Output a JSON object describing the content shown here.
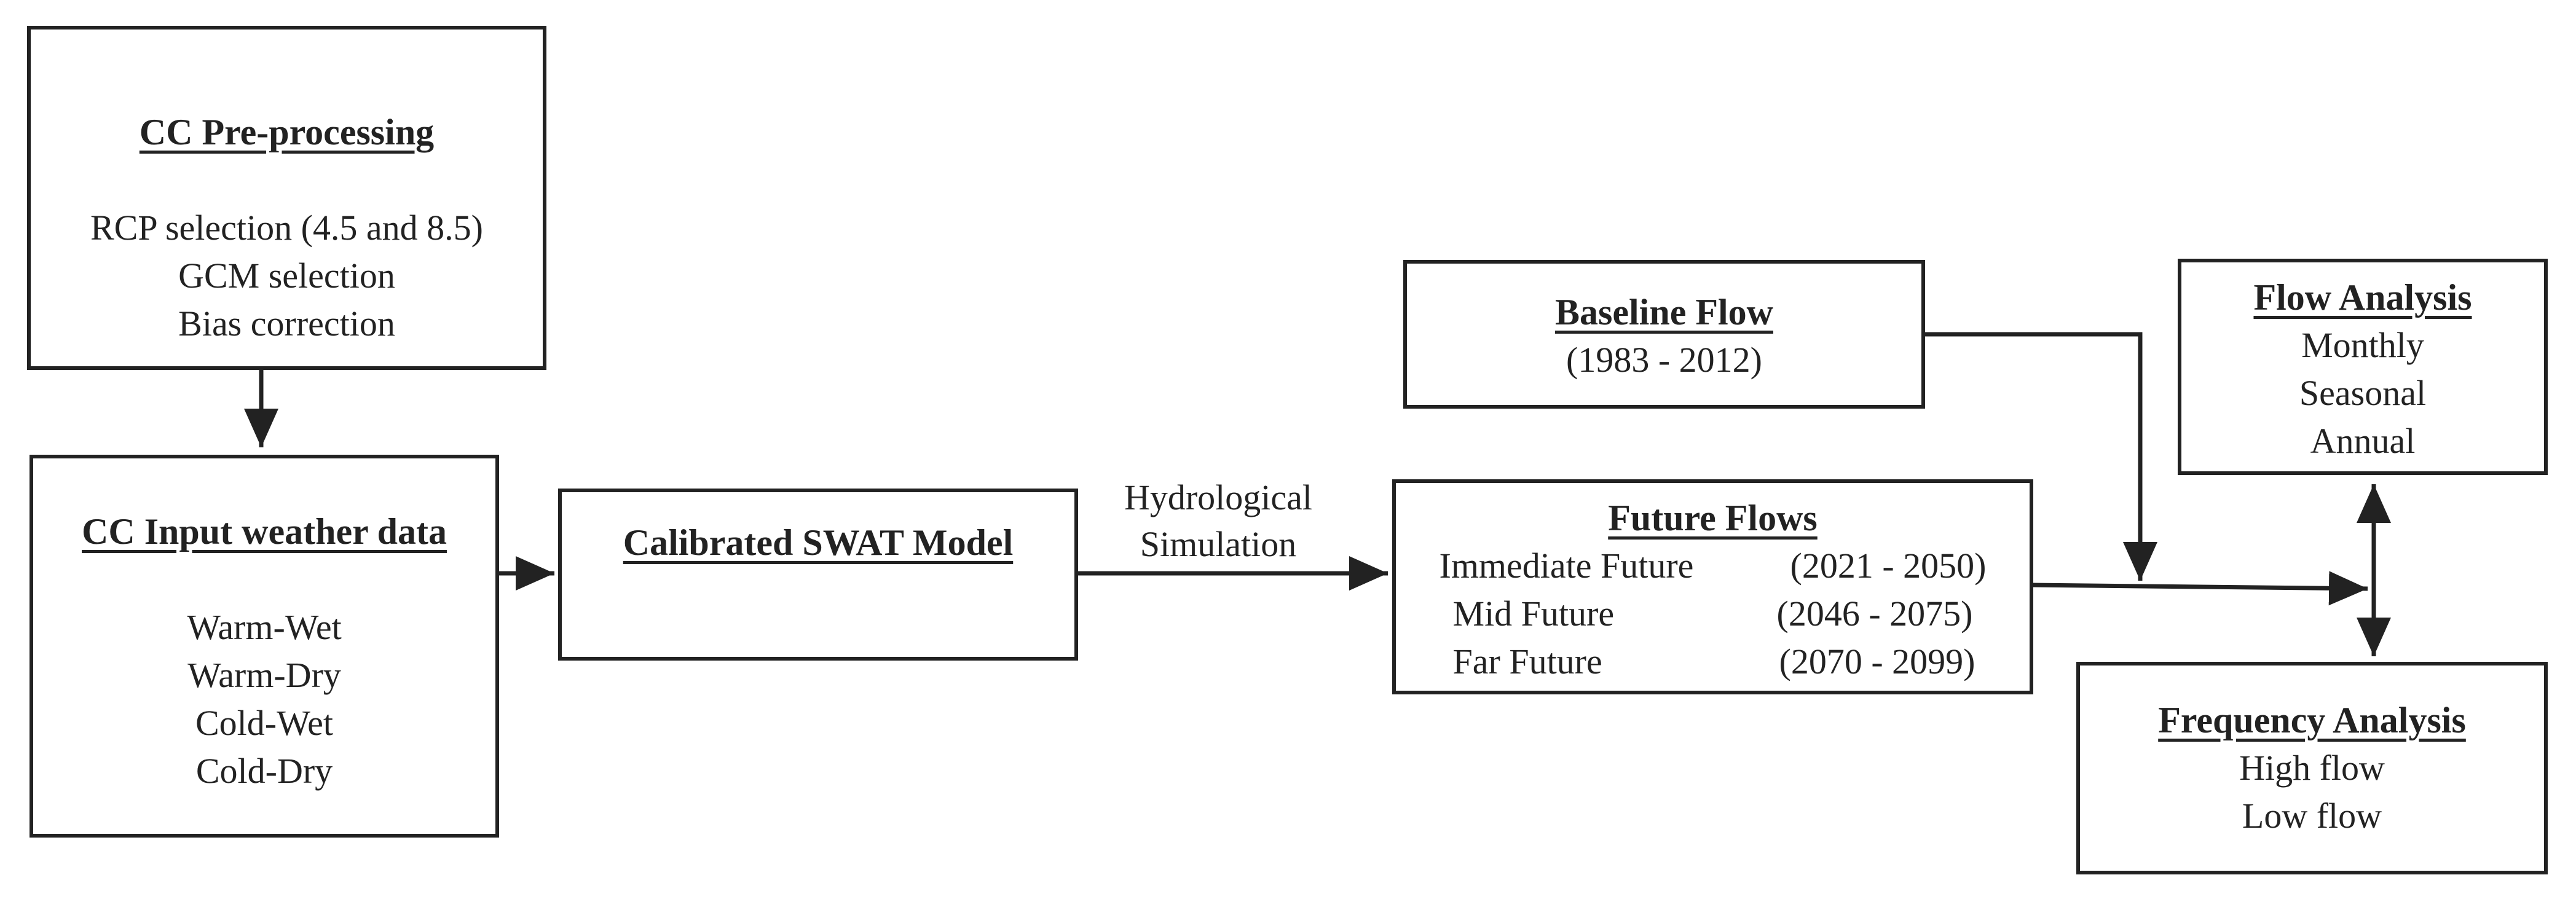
{
  "pre_processing": {
    "title": "CC Pre-processing",
    "lines": [
      "RCP selection (4.5 and 8.5)",
      "GCM selection",
      "Bias correction"
    ]
  },
  "input_weather": {
    "title": "CC Input weather data",
    "lines": [
      "Warm-Wet",
      "Warm-Dry",
      "Cold-Wet",
      "Cold-Dry"
    ]
  },
  "swat_model": {
    "title": "Calibrated SWAT Model"
  },
  "simulation_label": [
    "Hydrological",
    "Simulation"
  ],
  "baseline_flow": {
    "title": "Baseline Flow",
    "period": "(1983 - 2012)"
  },
  "future_flows": {
    "title": "Future Flows",
    "rows": [
      {
        "name": "Immediate Future",
        "period": "(2021 - 2050)"
      },
      {
        "name": "Mid Future",
        "period": "(2046 - 2075)"
      },
      {
        "name": "Far Future",
        "period": "(2070 - 2099)"
      }
    ]
  },
  "flow_analysis": {
    "title": "Flow Analysis",
    "lines": [
      "Monthly",
      "Seasonal",
      "Annual"
    ]
  },
  "frequency_analysis": {
    "title": "Frequency Analysis",
    "lines": [
      "High flow",
      "Low flow"
    ]
  }
}
